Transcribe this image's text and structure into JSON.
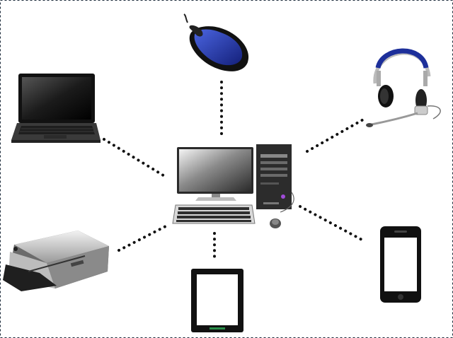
{
  "diagram": {
    "background": "#ffffff",
    "border_color": "#1b2a3a",
    "connector_color": "#111111",
    "center": "desktop-computer",
    "devices": [
      "laptop",
      "mouse",
      "headset",
      "printer",
      "tablet",
      "smartphone"
    ],
    "mouse_color": "#2538a8"
  }
}
